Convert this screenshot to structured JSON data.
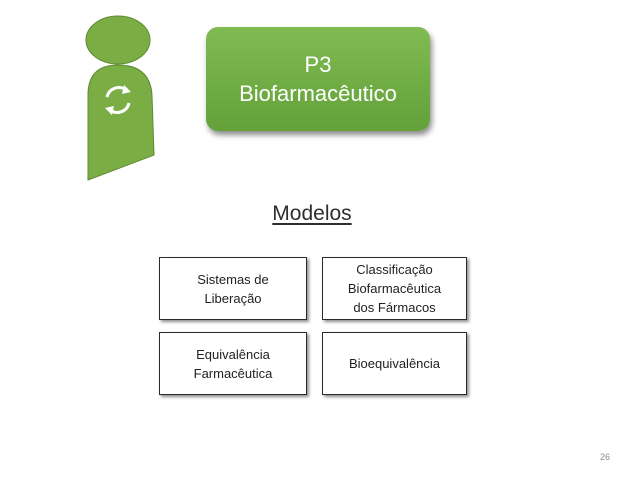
{
  "header": {
    "box_line1": "P3",
    "box_line2": "Biofarmacêutico"
  },
  "section": {
    "title": "Modelos"
  },
  "cards": [
    {
      "line1": "Sistemas de",
      "line2": "Liberação",
      "line3": ""
    },
    {
      "line1": "Classificação",
      "line2": "Biofarmacêutica",
      "line3": "dos Fármacos"
    },
    {
      "line1": "Equivalência",
      "line2": "Farmacêutica",
      "line3": ""
    },
    {
      "line1": "Bioequivalência",
      "line2": "",
      "line3": ""
    }
  ],
  "footer": {
    "page_number": "26"
  },
  "icons": {
    "figure": "person-figure-icon",
    "cycle": "refresh-cycle-icon"
  },
  "colors": {
    "figure_green": "#7aad44",
    "box_green": "#71ad47",
    "text_white": "#ffffff"
  }
}
